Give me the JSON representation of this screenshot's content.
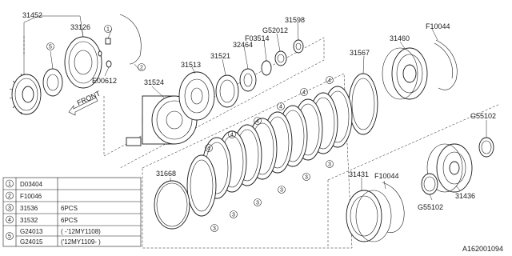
{
  "part_labels": {
    "p31452": "31452",
    "p33126": "33126",
    "pE00612": "E00612",
    "p31524": "31524",
    "p31513": "31513",
    "p31521": "31521",
    "p32464": "32464",
    "pF03514": "F03514",
    "pG52012": "G52012",
    "p31598": "31598",
    "pF10044a": "F10044",
    "p31460": "31460",
    "p31567": "31567",
    "pG55102a": "G55102",
    "pF10044b": "F10044",
    "p31431": "31431",
    "p31436": "31436",
    "pG55102b": "G55102",
    "p31668": "31668"
  },
  "front_label": "FRONT",
  "callouts": {
    "c1": "1",
    "c2": "2",
    "c3": "3",
    "c4": "4",
    "c5": "5"
  },
  "legend": {
    "rows": [
      {
        "num": "1",
        "part": "D03404",
        "qty": ""
      },
      {
        "num": "2",
        "part": "F10046",
        "qty": ""
      },
      {
        "num": "3",
        "part": "31536",
        "qty": "6PCS"
      },
      {
        "num": "4",
        "part": "31532",
        "qty": "6PCS"
      }
    ],
    "row5": {
      "num": "5",
      "a_part": "G24013",
      "a_range": "( -'12MY1108)",
      "b_part": "G24015",
      "b_range": "('12MY1109- )"
    }
  },
  "diagram_id": "A162001094"
}
